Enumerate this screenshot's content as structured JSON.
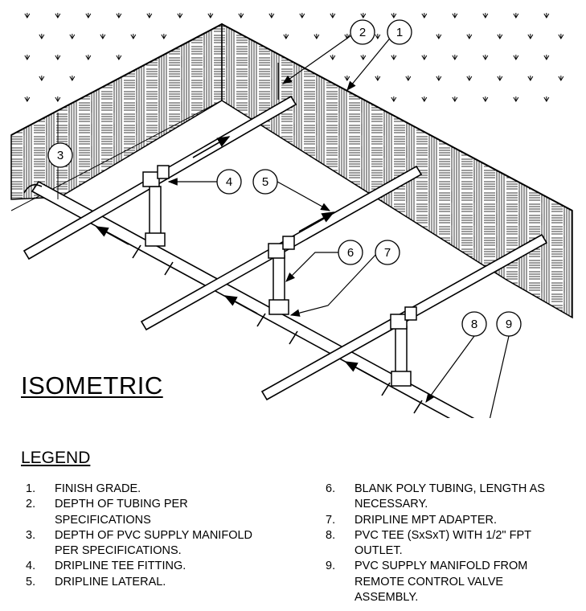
{
  "callouts": [
    "1",
    "2",
    "3",
    "4",
    "5",
    "6",
    "7",
    "8",
    "9"
  ],
  "title": "ISOMETRIC",
  "legend": {
    "title": "LEGEND",
    "left": [
      {
        "num": "1.",
        "text": "FINISH GRADE."
      },
      {
        "num": "2.",
        "text": "DEPTH OF TUBING PER\nSPECIFICATIONS"
      },
      {
        "num": "3.",
        "text": "DEPTH OF PVC SUPPLY MANIFOLD\nPER SPECIFICATIONS."
      },
      {
        "num": "4.",
        "text": "DRIPLINE TEE FITTING."
      },
      {
        "num": "5.",
        "text": "DRIPLINE LATERAL."
      }
    ],
    "right": [
      {
        "num": "6.",
        "text": "BLANK POLY TUBING,    LENGTH AS\nNECESSARY."
      },
      {
        "num": "7.",
        "text": "DRIPLINE MPT ADAPTER."
      },
      {
        "num": "8.",
        "text": "PVC TEE (SxSxT) WITH 1/2\" FPT\nOUTLET."
      },
      {
        "num": "9.",
        "text": "PVC SUPPLY MANIFOLD FROM\nREMOTE CONTROL VALVE\nASSEMBLY."
      }
    ]
  }
}
